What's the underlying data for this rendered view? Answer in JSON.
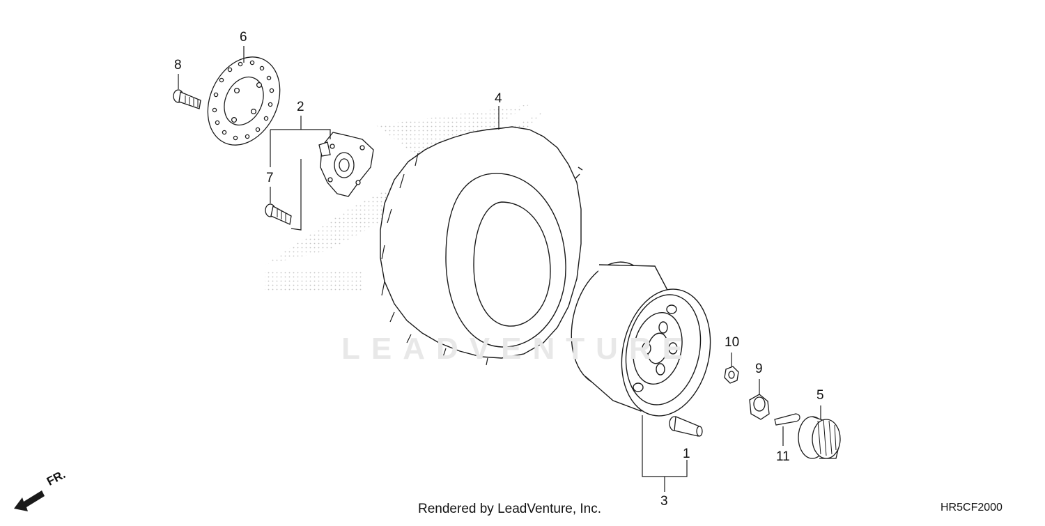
{
  "diagram": {
    "callouts": [
      {
        "id": "1",
        "label": "1"
      },
      {
        "id": "2",
        "label": "2"
      },
      {
        "id": "3",
        "label": "3"
      },
      {
        "id": "4",
        "label": "4"
      },
      {
        "id": "5",
        "label": "5"
      },
      {
        "id": "6",
        "label": "6"
      },
      {
        "id": "7",
        "label": "7"
      },
      {
        "id": "8",
        "label": "8"
      },
      {
        "id": "9",
        "label": "9"
      },
      {
        "id": "10",
        "label": "10"
      },
      {
        "id": "11",
        "label": "11"
      }
    ],
    "direction_label": "FR.",
    "credit": "Rendered by LeadVenture, Inc.",
    "code": "HR5CF2000",
    "watermark_text": "LEADVENTURE",
    "colors": {
      "line": "#1a1a1a",
      "dots": "#bdbdbd",
      "watermark": "#e8e8e8"
    }
  }
}
